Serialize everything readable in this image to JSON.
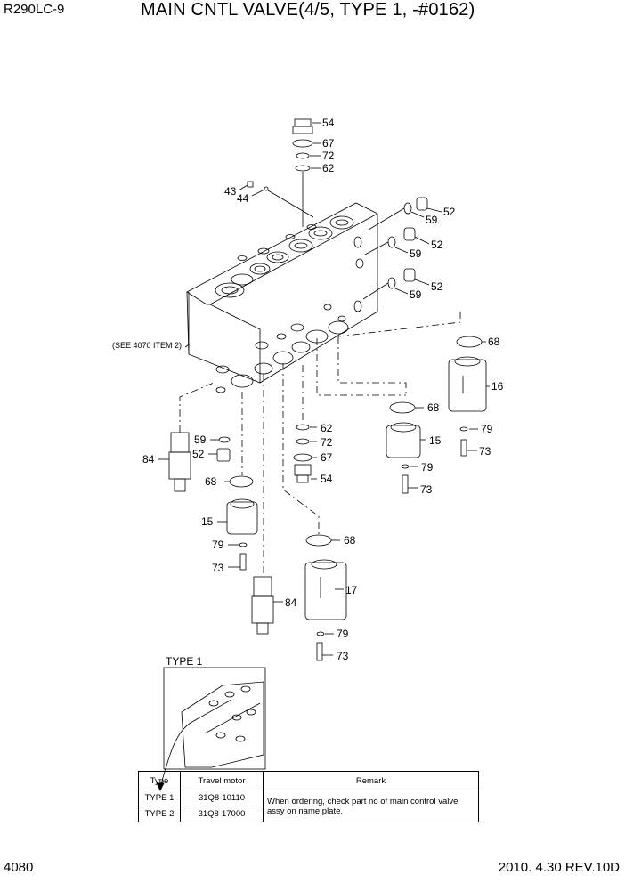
{
  "header": {
    "model": "R290LC-9",
    "title": "MAIN CNTL VALVE(4/5, TYPE 1, -#0162)"
  },
  "footer": {
    "page": "4080",
    "revision": "2010. 4.30  REV.10D"
  },
  "callouts": {
    "c54a": "54",
    "c67a": "67",
    "c72a": "72",
    "c62a": "62",
    "c43": "43",
    "c44": "44",
    "c59a": "59",
    "c52a": "52",
    "c59b": "59",
    "c52b": "52",
    "c59c": "59",
    "c52c": "52",
    "c68a": "68",
    "c16": "16",
    "c79a": "79",
    "c73a": "73",
    "c68b": "68",
    "c15a": "15",
    "c79b": "79",
    "c73b": "73",
    "c62b": "62",
    "c72b": "72",
    "c67b": "67",
    "c54b": "54",
    "c59d": "59",
    "c52d": "52",
    "c84a": "84",
    "c68c": "68",
    "c15b": "15",
    "c79c": "79",
    "c73c": "73",
    "c68d": "68",
    "c17": "17",
    "c84b": "84",
    "c79d": "79",
    "c73d": "73"
  },
  "see_note": "(SEE 4070 ITEM 2)",
  "inset": {
    "label": "TYPE 1"
  },
  "table": {
    "headers": [
      "Type",
      "Travel motor",
      "Remark"
    ],
    "rows": [
      {
        "type": "TYPE 1",
        "motor": "31Q8-10110"
      },
      {
        "type": "TYPE 2",
        "motor": "31Q8-17000"
      }
    ],
    "remark": "When ordering, check part no of main control valve assy on name plate."
  }
}
